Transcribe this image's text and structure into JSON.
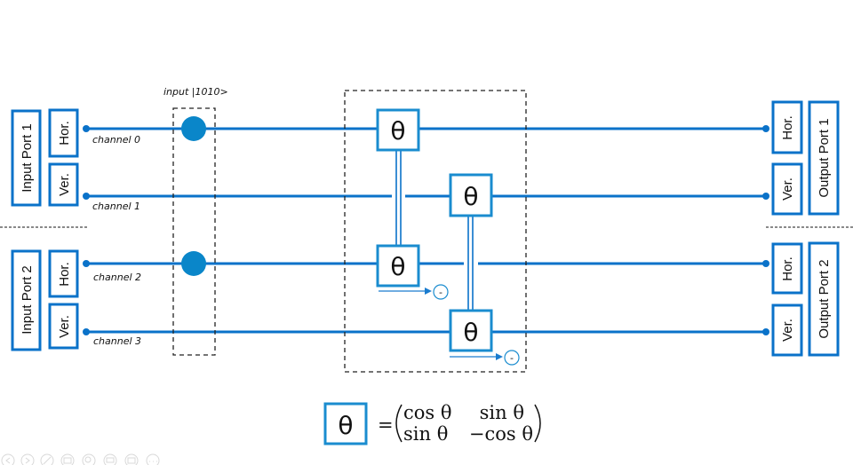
{
  "diagram": {
    "input_label": "input |1010>",
    "input_ports": [
      {
        "label": "Input Port 1",
        "modes": [
          {
            "label": "Hor.",
            "channel": "channel 0",
            "photon": true
          },
          {
            "label": "Ver.",
            "channel": "channel 1",
            "photon": false
          }
        ]
      },
      {
        "label": "Input Port 2",
        "modes": [
          {
            "label": "Hor.",
            "channel": "channel 2",
            "photon": true
          },
          {
            "label": "Ver.",
            "channel": "channel 3",
            "photon": false
          }
        ]
      }
    ],
    "output_ports": [
      {
        "label": "Output Port 1",
        "modes": [
          {
            "label": "Hor."
          },
          {
            "label": "Ver."
          }
        ]
      },
      {
        "label": "Output Port 2",
        "modes": [
          {
            "label": "Hor."
          },
          {
            "label": "Ver."
          }
        ]
      }
    ],
    "gates": [
      {
        "symbol": "θ",
        "channels": [
          0,
          2
        ]
      },
      {
        "symbol": "θ",
        "channels": [
          1,
          3
        ]
      }
    ],
    "minus_label": "-",
    "colors": {
      "wire": "#0a72c9",
      "gate_border": "#1a8ccf",
      "photon": "#0a86c9"
    }
  },
  "legend": {
    "symbol": "θ",
    "equals": "=",
    "matrix": [
      [
        "cos θ",
        "sin θ"
      ],
      [
        "sin θ",
        "−cos θ"
      ]
    ]
  },
  "toolbar": {
    "icons": [
      "previous-icon",
      "next-icon",
      "pen-icon",
      "slides-icon",
      "zoom-icon",
      "subtitles-icon",
      "hide-icon",
      "more-icon"
    ]
  }
}
